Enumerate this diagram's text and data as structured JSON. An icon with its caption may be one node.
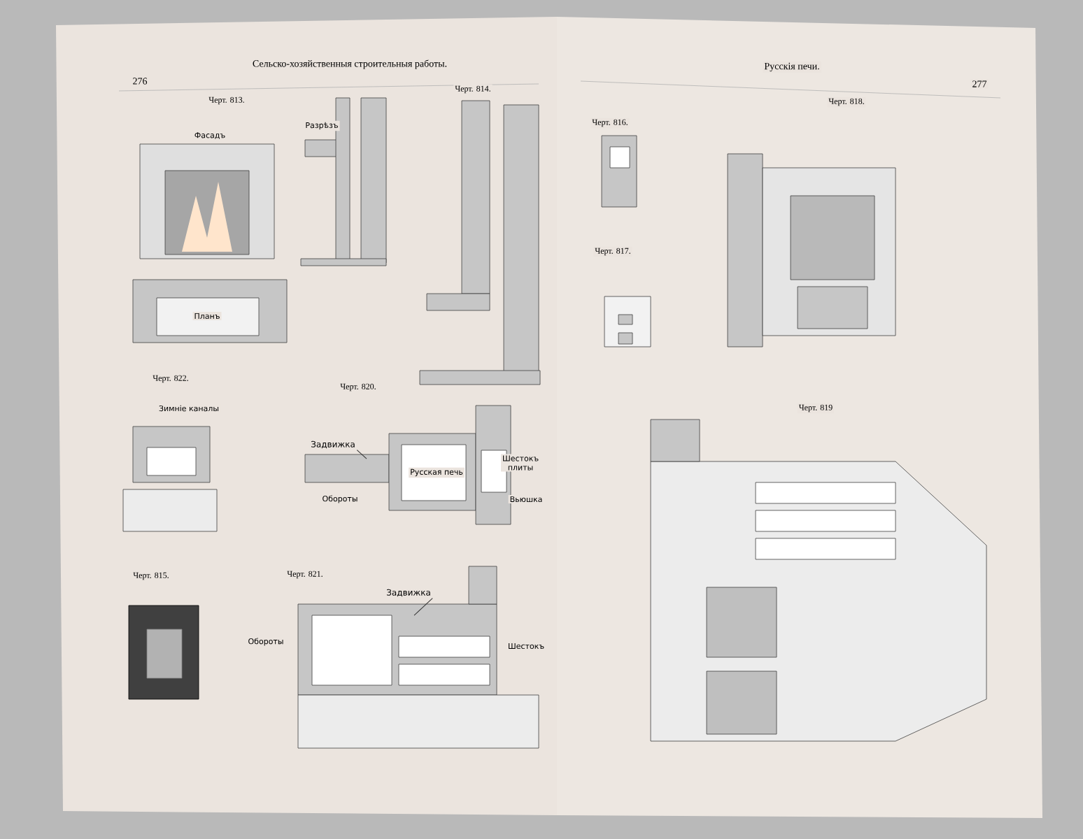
{
  "diagram": {
    "nodes": [
      {
        "text": [
          "Задвижка"
        ]
      },
      {
        "text": [
          "Задвижка"
        ]
      }
    ],
    "edges": [
      {
        "from": 0,
        "to": null,
        "arrow": "none"
      },
      {
        "from": 1,
        "to": null,
        "arrow": "none"
      }
    ],
    "labels": [
      "276",
      "Сельско-хозяйственныя строительныя работы.",
      "Черт. 813.",
      "Фасадъ",
      "Разрѣзъ",
      "Планъ",
      "Черт. 814.",
      "Черт. 822.",
      "Зимніе каналы",
      "Черт. 820.",
      "Русская печь",
      "Шестокъ плиты",
      "Обороты",
      "Вьюшка",
      "Черт. 815.",
      "Черт. 821.",
      "Обороты",
      "Шестокъ",
      "Русскія печи.",
      "277",
      "Черт. 816.",
      "Черт. 818.",
      "Черт. 817.",
      "Черт. 819"
    ]
  }
}
